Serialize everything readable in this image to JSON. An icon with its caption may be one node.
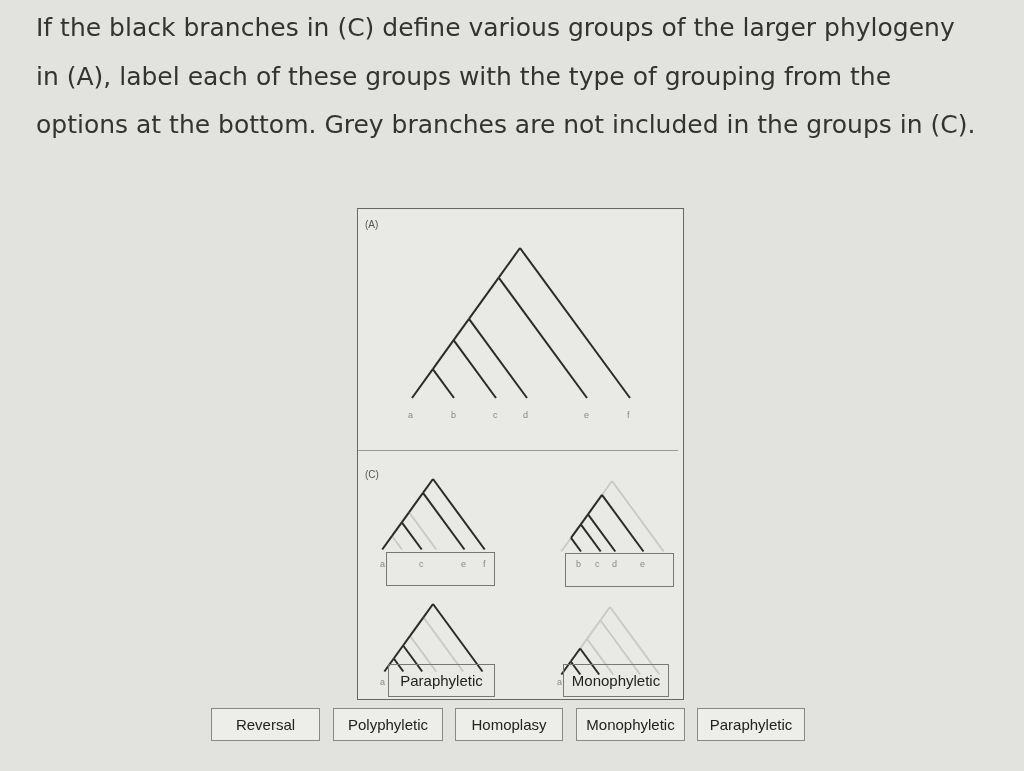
{
  "diagram": {
    "title": "If the black branches in (C) define various groups of the larger phylogeny in (A), label each of these groups with the type of grouping from the options at the bottom. Grey branches are not included in the groups in (C).",
    "nodes": [
      {
        "text": [],
        "shape": "box"
      },
      {
        "text": [],
        "shape": "box"
      },
      {
        "text": [
          "Paraphyletic"
        ]
      },
      {
        "text": [
          "Monophyletic"
        ]
      },
      {
        "text": [
          "Reversal"
        ]
      },
      {
        "text": [
          "Polyphyletic"
        ]
      },
      {
        "text": [
          "Homoplasy"
        ]
      },
      {
        "text": [
          "Monophyletic"
        ]
      },
      {
        "text": [
          "Paraphyletic"
        ]
      }
    ],
    "labels": [
      "(A)",
      "a",
      "b",
      "c",
      "d",
      "e",
      "f",
      "(C)",
      "a",
      "c",
      "e",
      "f",
      "b",
      "c",
      "d",
      "e",
      "a",
      "a"
    ]
  }
}
